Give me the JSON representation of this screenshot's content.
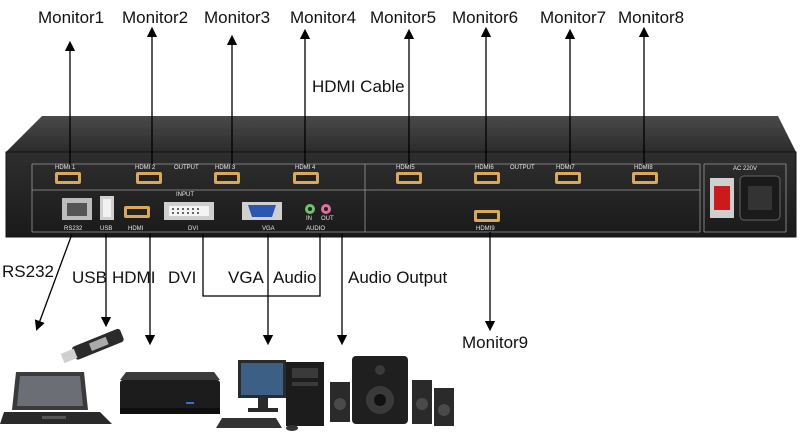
{
  "monitors": [
    "Monitor1",
    "Monitor2",
    "Monitor3",
    "Monitor4",
    "Monitor5",
    "Monitor6",
    "Monitor7",
    "Monitor8"
  ],
  "monitor9": "Monitor9",
  "cable_label": "HDMI Cable",
  "input_labels": {
    "rs232": "RS232",
    "usb": "USB",
    "hdmi": "HDMI",
    "dvi": "DVI",
    "vga": "VGA",
    "audio": "Audio",
    "audio_output": "Audio Output"
  },
  "panel": {
    "hdmi_out": [
      "HDMI 1",
      "HDMI 2",
      "HDMI 3",
      "HDMI 4",
      "HDMI5",
      "HDMI6",
      "HDMI7",
      "HDMI8"
    ],
    "output_label": "OUTPUT",
    "input_label": "INPUT",
    "hdmi9": "HDMI9",
    "ac_label": "AC 220V",
    "port_rs232": "RS232",
    "port_usb": "USB",
    "port_hdmi": "HDMI",
    "port_dvi": "DVI",
    "port_vga": "VGA",
    "port_audio": "AUDIO",
    "port_in": "IN",
    "port_out": "OUT"
  },
  "colors": {
    "panel": "#2a2a2a",
    "panel_top": "#3a3a3a",
    "arrow": "#000000",
    "power_switch": "#cc1a1a"
  }
}
